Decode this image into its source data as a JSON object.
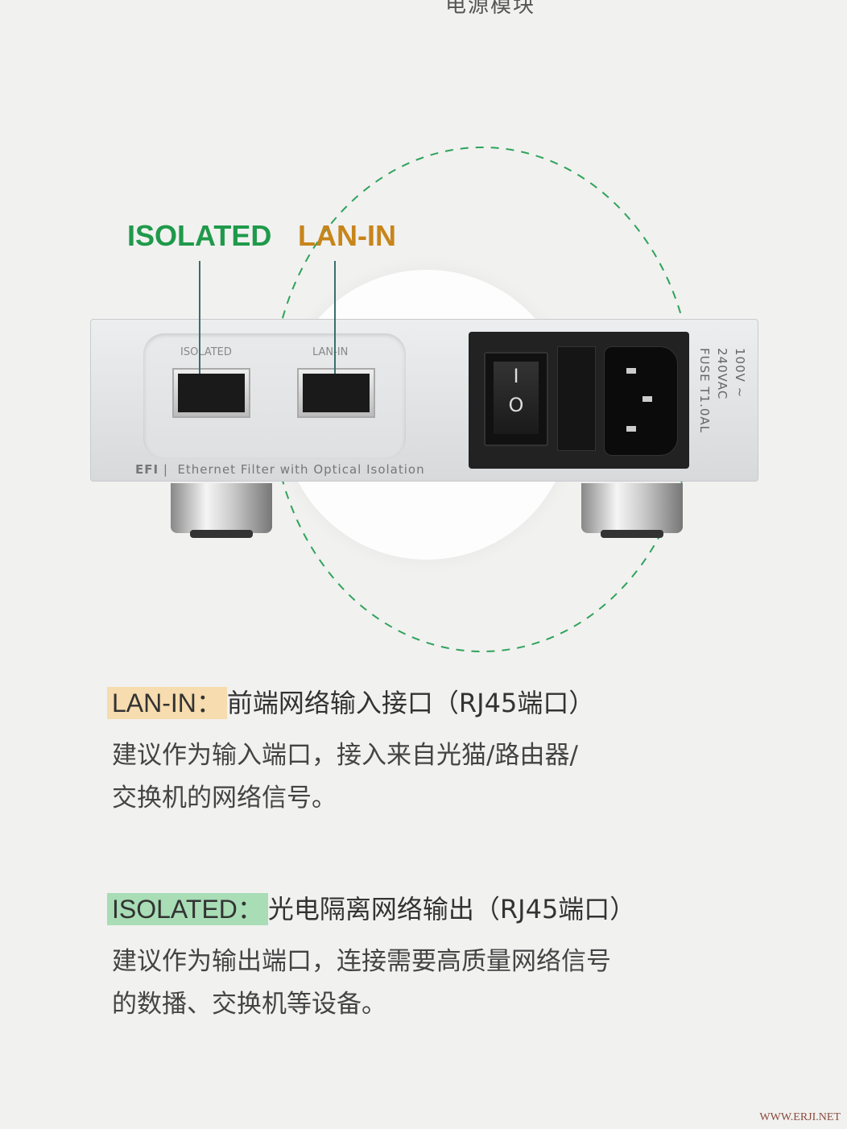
{
  "top_title": "电源模块",
  "callouts": {
    "isolated": "ISOLATED",
    "lan_in": "LAN-IN"
  },
  "device": {
    "port_labels": [
      "ISOLATED",
      "LAN-IN"
    ],
    "brand": "EFI",
    "tagline": "Ethernet  Filter with Optical Isolation",
    "switch_on": "I",
    "switch_off": "O",
    "voltage": "100V ~ 240VAC",
    "fuse": "FUSE  T1.0AL"
  },
  "sections": [
    {
      "tag": "LAN-IN：",
      "title": "前端网络输入接口（RJ45端口）",
      "lines": [
        "建议作为输入端口，接入来自光猫/路由器/",
        "交换机的网络信号。"
      ]
    },
    {
      "tag": "ISOLATED：",
      "title": "光电隔离网络输出（RJ45端口）",
      "lines": [
        "建议作为输出端口，连接需要高质量网络信号",
        "的数播、交换机等设备。"
      ]
    }
  ],
  "watermark": "WWW.ERJI.NET",
  "colors": {
    "isolated": "#1f9a4a",
    "lan_in": "#c7851a",
    "ring": "#2fa35a"
  }
}
